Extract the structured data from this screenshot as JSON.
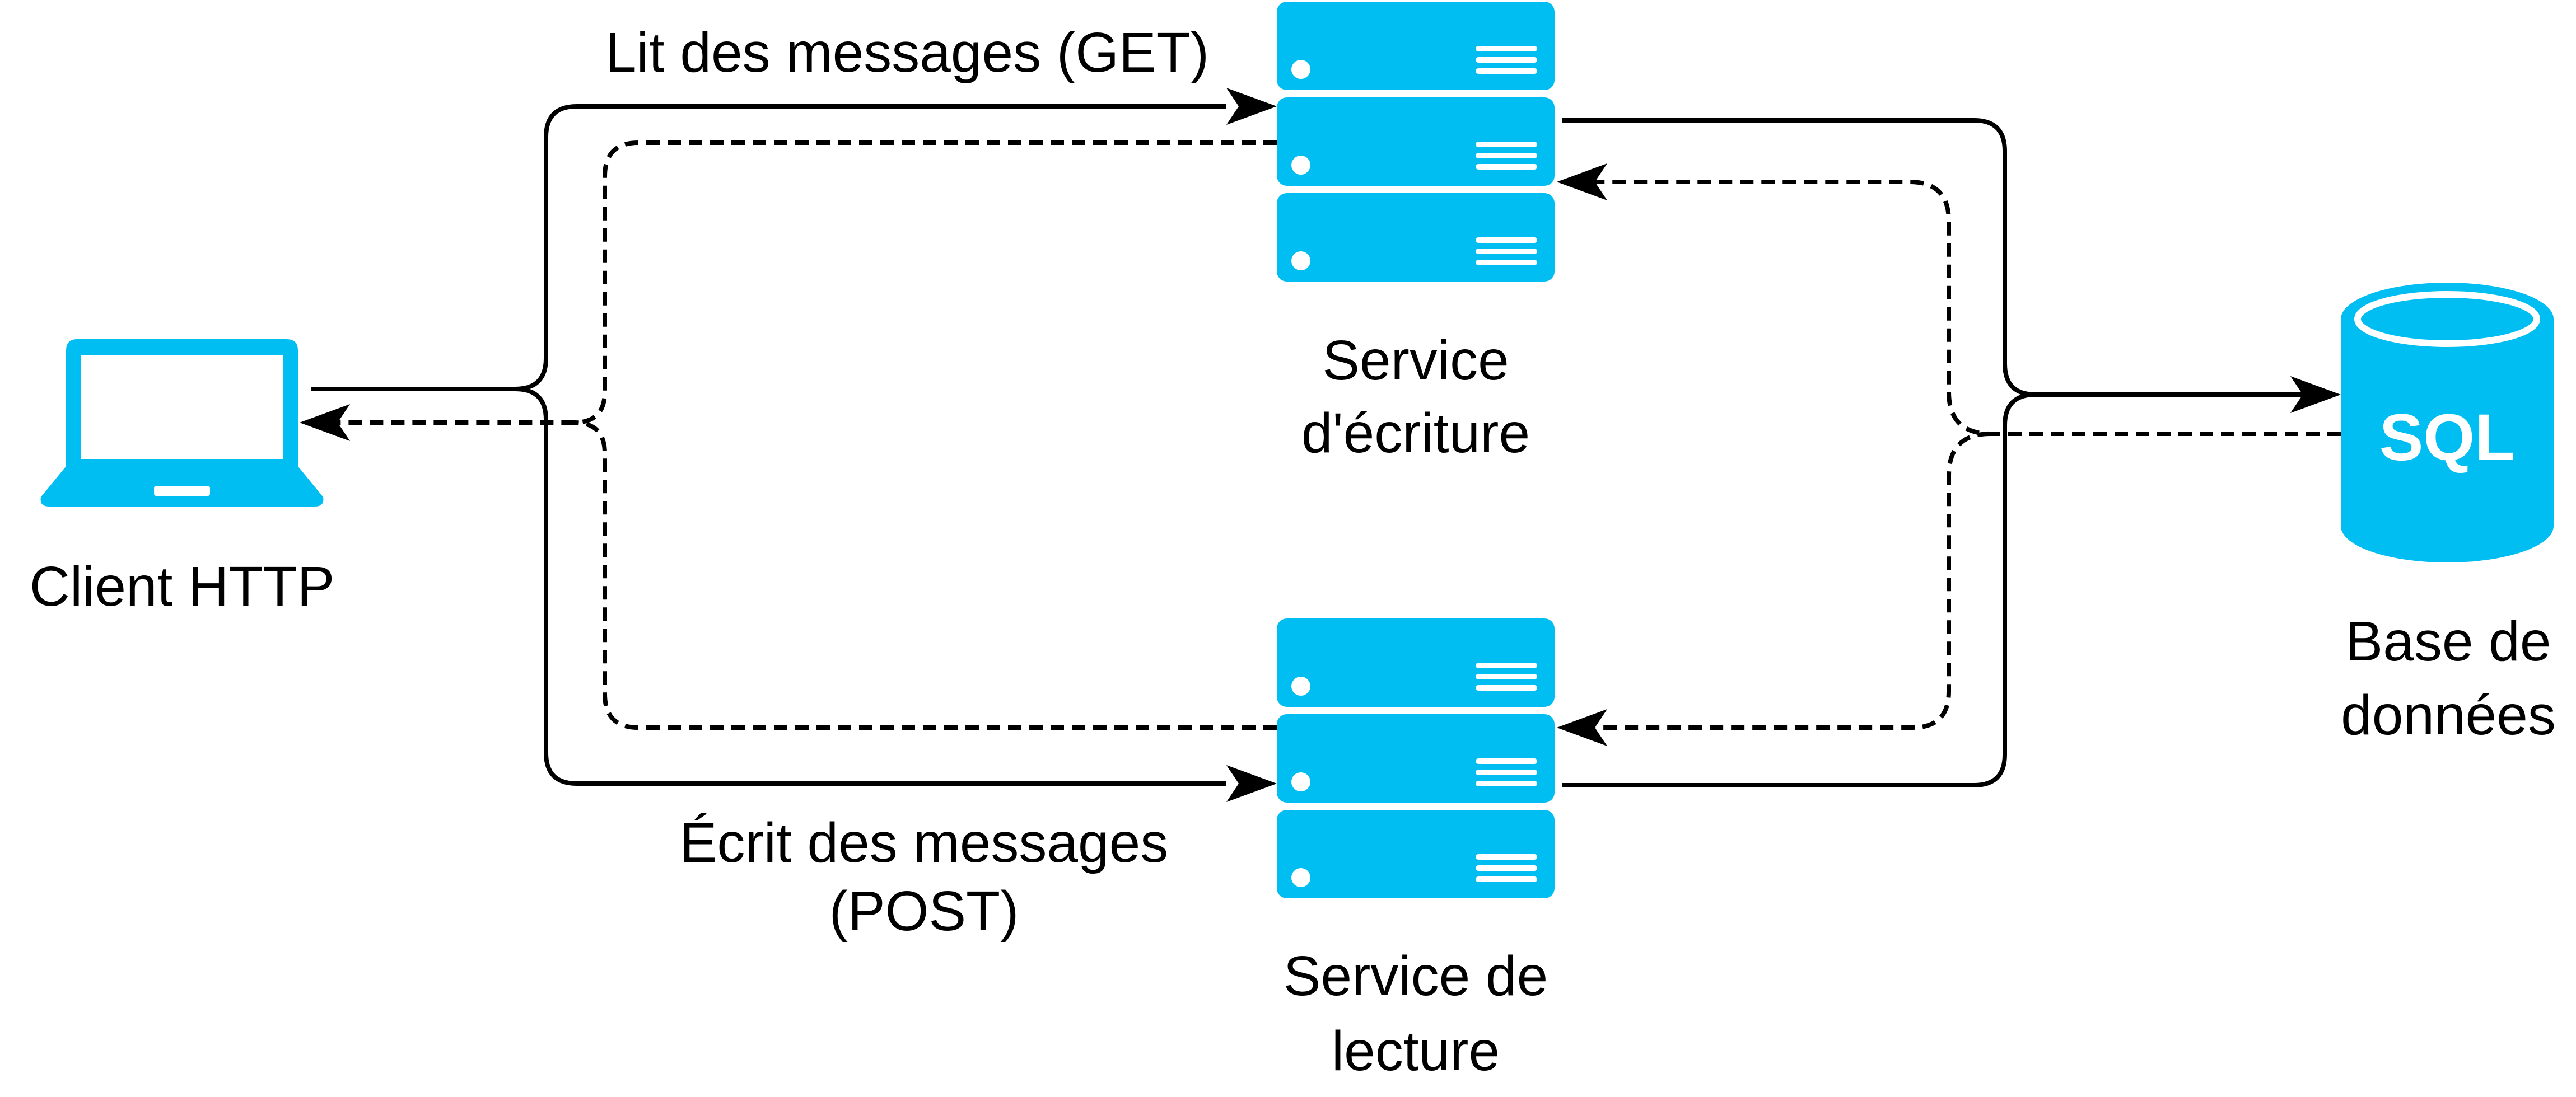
{
  "colors": {
    "accent": "#00BEF2",
    "line": "#000000",
    "background": "#FFFFFF"
  },
  "client": {
    "label": "Client HTTP",
    "icon": "laptop-icon"
  },
  "write_service": {
    "label_line1": "Service",
    "label_line2": "d'écriture",
    "icon": "server-stack-icon"
  },
  "read_service": {
    "label_line1": "Service de",
    "label_line2": "lecture",
    "icon": "server-stack-icon"
  },
  "database": {
    "label_line1": "Base de",
    "label_line2": "données",
    "icon_text": "SQL",
    "icon": "database-icon"
  },
  "edges": {
    "get_label": "Lit des messages (GET)",
    "post_label_line1": "Écrit des messages",
    "post_label_line2": "(POST)"
  }
}
